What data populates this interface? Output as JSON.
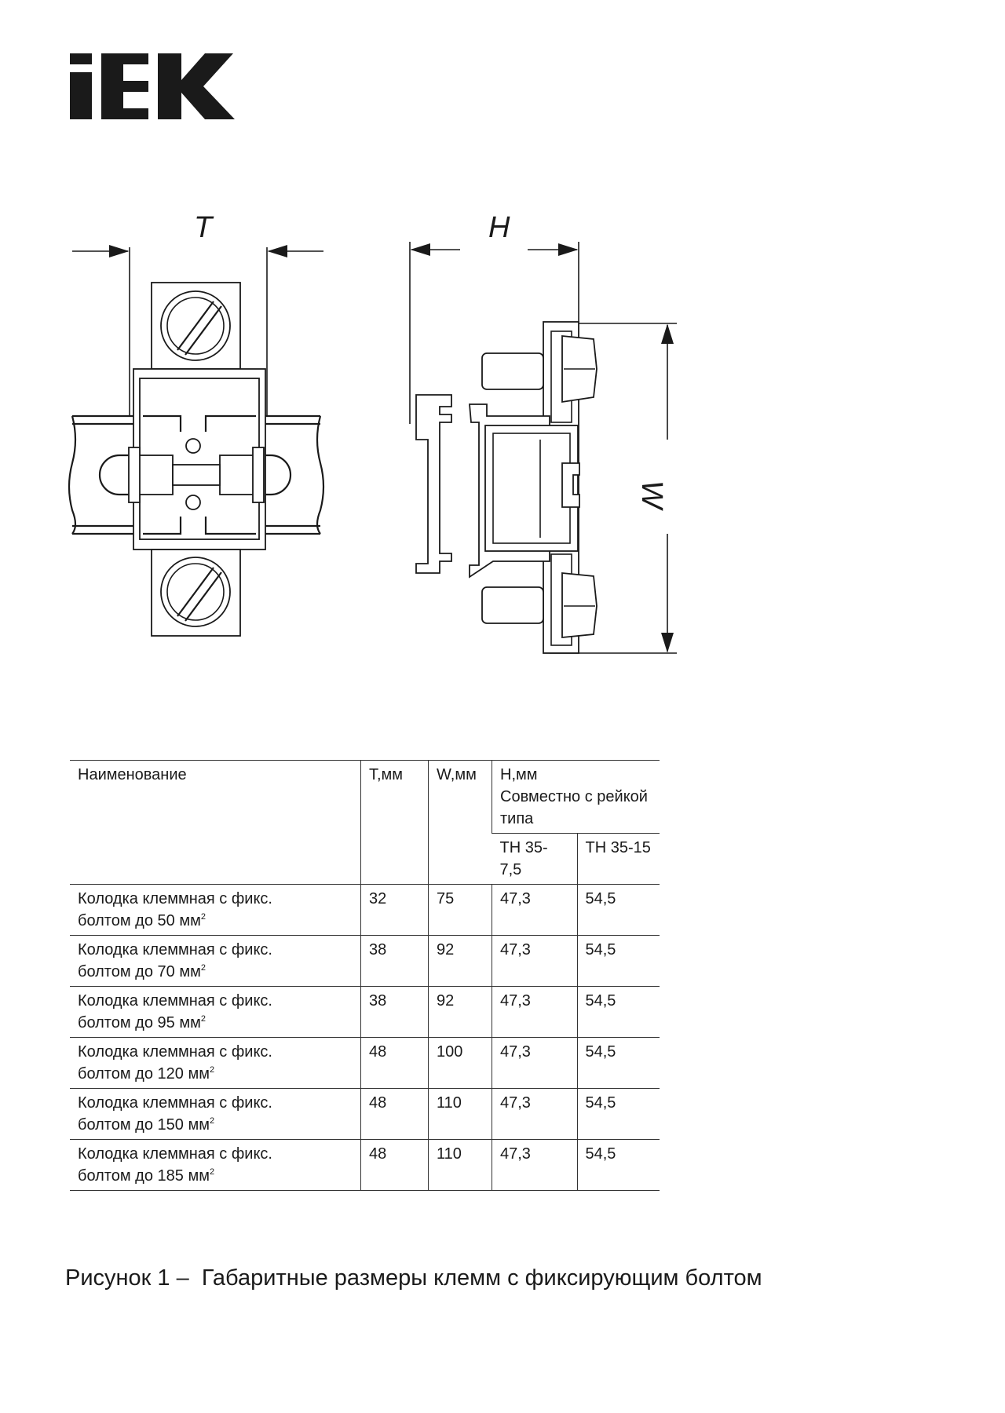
{
  "logo": {
    "text": "IEK"
  },
  "drawing": {
    "dim_labels": {
      "t": "T",
      "h": "H",
      "w": "W"
    }
  },
  "table": {
    "headers": {
      "name": "Наименование",
      "t": "Т,мм",
      "w": "W,мм",
      "h_title": "Н,мм",
      "h_sub": "Совместно с рейкой типа",
      "h_col1": "ТН 35-7,5",
      "h_col2": "ТН 35-15"
    },
    "rows": [
      {
        "name_line1": "Колодка клеммная с фикс.",
        "name_line2": "болтом до 50 мм",
        "sup": "2",
        "t": "32",
        "w": "75",
        "h1": "47,3",
        "h2": "54,5"
      },
      {
        "name_line1": "Колодка клеммная с фикс.",
        "name_line2": "болтом до 70 мм",
        "sup": "2",
        "t": "38",
        "w": "92",
        "h1": "47,3",
        "h2": "54,5"
      },
      {
        "name_line1": "Колодка клеммная с фикс.",
        "name_line2": "болтом до 95 мм",
        "sup": "2",
        "t": "38",
        "w": "92",
        "h1": "47,3",
        "h2": "54,5"
      },
      {
        "name_line1": "Колодка клеммная с фикс.",
        "name_line2": "болтом до 120 мм",
        "sup": "2",
        "t": "48",
        "w": "100",
        "h1": "47,3",
        "h2": "54,5"
      },
      {
        "name_line1": "Колодка клеммная с фикс.",
        "name_line2": "болтом до 150 мм",
        "sup": "2",
        "t": "48",
        "w": "110",
        "h1": "47,3",
        "h2": "54,5"
      },
      {
        "name_line1": "Колодка клеммная с фикс.",
        "name_line2": "болтом до 185 мм",
        "sup": "2",
        "t": "48",
        "w": "110",
        "h1": "47,3",
        "h2": "54,5"
      }
    ]
  },
  "caption": "Рисунок 1 –  Габаритные размеры клемм с фиксирующим болтом"
}
